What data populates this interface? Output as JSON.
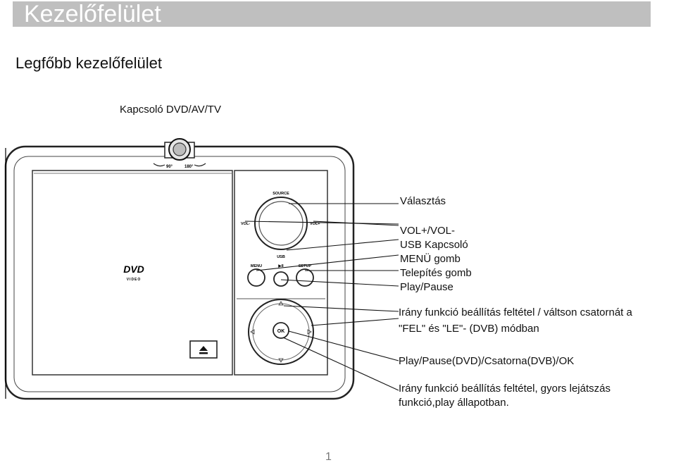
{
  "header": {
    "title": "Kezelőfelület"
  },
  "subtitle": "Legfőbb kezelőfelület",
  "top_label": "Kapcsoló DVD/AV/TV",
  "device": {
    "knob_left_text": "90°",
    "knob_right_text": "180°",
    "source_label": "SOURCE",
    "vol_minus_label": "VOL-",
    "vol_plus_label": "VOL+",
    "usb_label": "USB",
    "menu_label": "MENU",
    "playpause_label": "▶II",
    "setup_label": "SETUP",
    "ok_label": "OK",
    "dvd_logo": "DVD",
    "dvd_video": "VIDEO",
    "eject_icon": "eject-icon"
  },
  "callouts": {
    "valasztas": "Választás",
    "vol": "VOL+/VOL-",
    "usb": "USB Kapcsoló",
    "menu": "MENÜ gomb",
    "setup": "Telepítés gomb",
    "play": "Play/Pause",
    "irany_line1": "Irány funkció beállítás feltétel / váltson csatornát a",
    "irany_line2": "\"FEL\" és \"LE\"-  (DVB) módban",
    "ok": "Play/Pause(DVD)/Csatorna(DVB)/OK",
    "irany2_line1": "Irány funkció beállítás feltétel, gyors lejátszás",
    "irany2_line2": "funkció,play állapotban."
  },
  "page_number": "1"
}
